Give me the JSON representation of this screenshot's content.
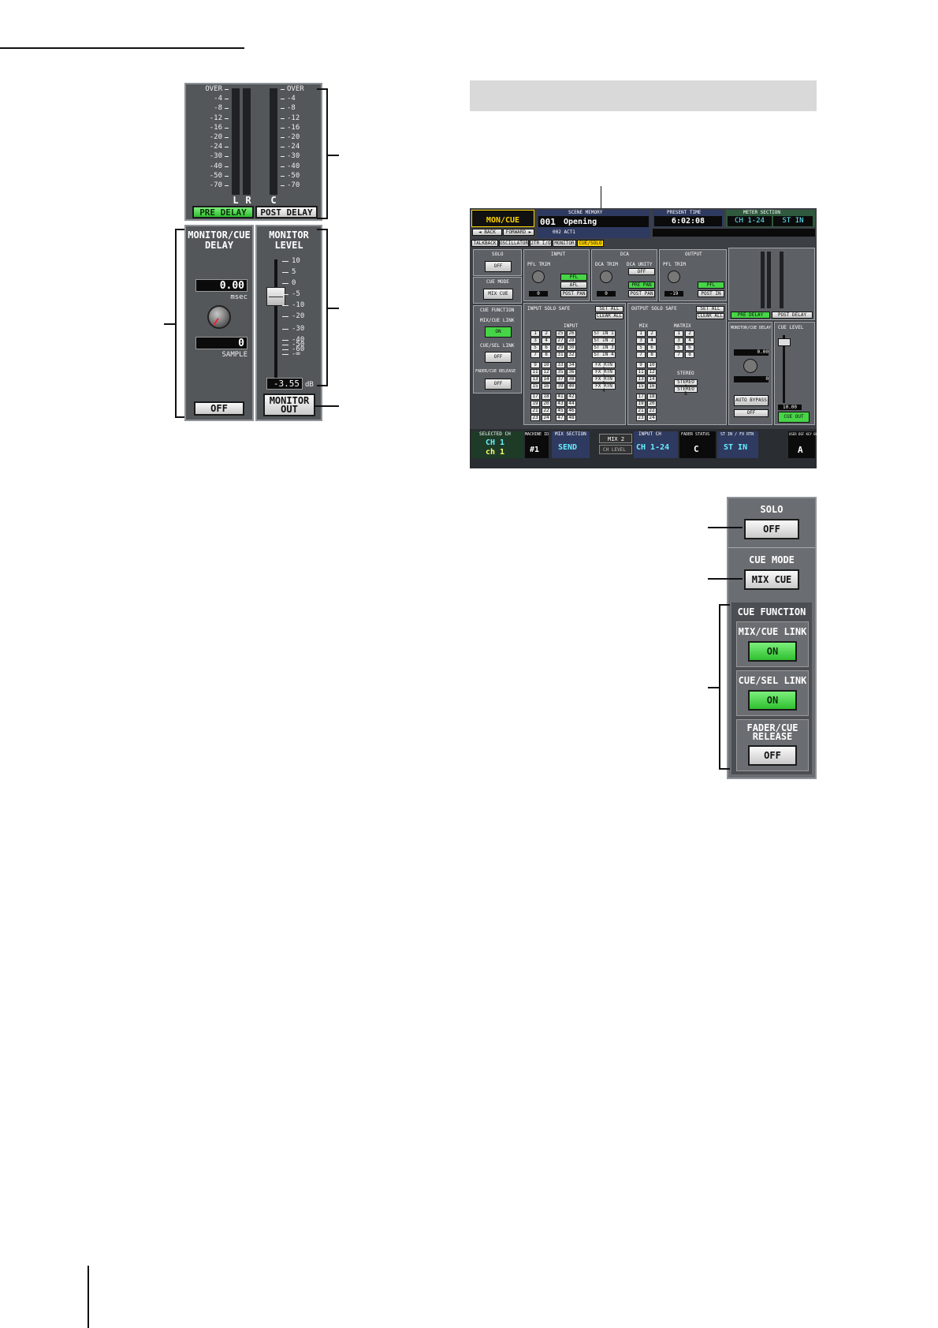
{
  "meter_panel": {
    "scale": [
      "OVER",
      "-4",
      "-8",
      "-12",
      "-16",
      "-20",
      "-24",
      "-30",
      "-40",
      "-50",
      "-70"
    ],
    "channel_labels": [
      "L",
      "R",
      "C"
    ],
    "pre_delay_label": "PRE DELAY",
    "post_delay_label": "POST DELAY"
  },
  "delay_panel": {
    "title_line1": "MONITOR/CUE",
    "title_line2": "DELAY",
    "msec_value": "0.00",
    "msec_unit": "msec",
    "sample_value": "0",
    "sample_unit": "SAMPLE",
    "off_label": "OFF"
  },
  "level_panel": {
    "title_line1": "MONITOR",
    "title_line2": "LEVEL",
    "scale": [
      "10",
      "5",
      "0",
      "-5",
      "-10",
      "-20",
      "-30",
      "-40",
      "-50",
      "-60",
      "-∞"
    ],
    "value": "-3.55",
    "unit": "dB",
    "out_line1": "MONITOR",
    "out_line2": "OUT"
  },
  "screen": {
    "function_name": "MON/CUE",
    "scene_memory_label": "SCENE MEMORY",
    "scene_number": "001",
    "scene_name": "Opening",
    "back_label": "◄ BACK",
    "forward_label": "FORWARD ►",
    "last_scene": "002 ACT1",
    "present_time_label": "PRESENT TIME",
    "present_time": "6:02:08",
    "meter_section_label": "METER SECTION",
    "meter_a": "CH 1-24",
    "meter_b": "ST IN",
    "tabs": [
      "TALKBACK",
      "OSCILLATOR",
      "2TR I/O",
      "MONITOR",
      "CUE/SOLO"
    ],
    "solo_label": "SOLO",
    "solo_value": "OFF",
    "cue_mode_label": "CUE MODE",
    "cue_mode_value": "MIX CUE",
    "input_label": "INPUT",
    "dca_label": "DCA",
    "output_label": "OUTPUT",
    "pfl_trim": "PFL TRIM",
    "dca_trim": "DCA TRIM",
    "dca_unity": "DCA UNITY",
    "pfl": "PFL",
    "afl": "AFL",
    "pre_pan": "PRE PAN",
    "post_pan": "POST PAN",
    "post_in": "POST IN",
    "off": "OFF",
    "trim_in": "0",
    "trim_dca": "0",
    "trim_out": "-19",
    "cue_function": "CUE FUNCTION",
    "mix_cue_link": "MIX/CUE LINK",
    "on": "ON",
    "cue_sel_link": "CUE/SEL LINK",
    "fader_cue_release": "FADER/CUE RELEASE",
    "input_solo_safe": "INPUT SOLO SAFE",
    "output_solo_safe": "OUTPUT SOLO SAFE",
    "set_all": "SET ALL",
    "clear_all": "CLEAR ALL",
    "mix_label": "MIX",
    "matrix_label": "MATRIX",
    "stereo_label": "STEREO",
    "st_in": [
      "ST IN 1",
      "ST IN 2",
      "ST IN 3",
      "ST IN 4"
    ],
    "fx_rtn": [
      "FX RTN 1",
      "FX RTN 2",
      "FX RTN 3",
      "FX RTN 4"
    ],
    "stereo": [
      "STEREO A",
      "STEREO B"
    ],
    "monitor_cue_delay": "MONITOR/CUE DELAY",
    "delay_value": "0.00",
    "sample_value": "0",
    "auto_bypass": "AUTO BYPASS",
    "cue_level": "CUE LEVEL",
    "cue_level_value": "10.00",
    "cue_out": "CUE OUT",
    "pre_delay": "PRE DELAY",
    "post_delay": "POST DELAY",
    "selected_ch_label": "SELECTED CH",
    "sel_ch1": "CH 1",
    "sel_ch2": "ch 1",
    "machine_id_label": "MACHINE ID",
    "machine_id": "#1",
    "mix_section_label": "MIX SECTION",
    "mix_section": "SEND",
    "mix2": "MIX 2",
    "ch_level": "CH LEVEL",
    "input_ch_label": "INPUT CH",
    "input_ch": "CH 1-24",
    "fader_status_label": "FADER STATUS",
    "fader_status": "C",
    "st_in_label": "ST IN / FX RTN",
    "st_in_value": "ST IN",
    "user_def_label": "USER DEF KEY BANK",
    "user_def": "A"
  },
  "cue_zoom": {
    "solo_label": "SOLO",
    "solo_value": "OFF",
    "cue_mode_label": "CUE MODE",
    "cue_mode_value": "MIX CUE",
    "cue_function_label": "CUE FUNCTION",
    "mix_cue_link_label": "MIX/CUE LINK",
    "mix_cue_link_value": "ON",
    "cue_sel_link_label": "CUE/SEL LINK",
    "cue_sel_link_value": "ON",
    "fader_release_line1": "FADER/CUE",
    "fader_release_line2": "RELEASE",
    "fader_release_value": "OFF"
  }
}
